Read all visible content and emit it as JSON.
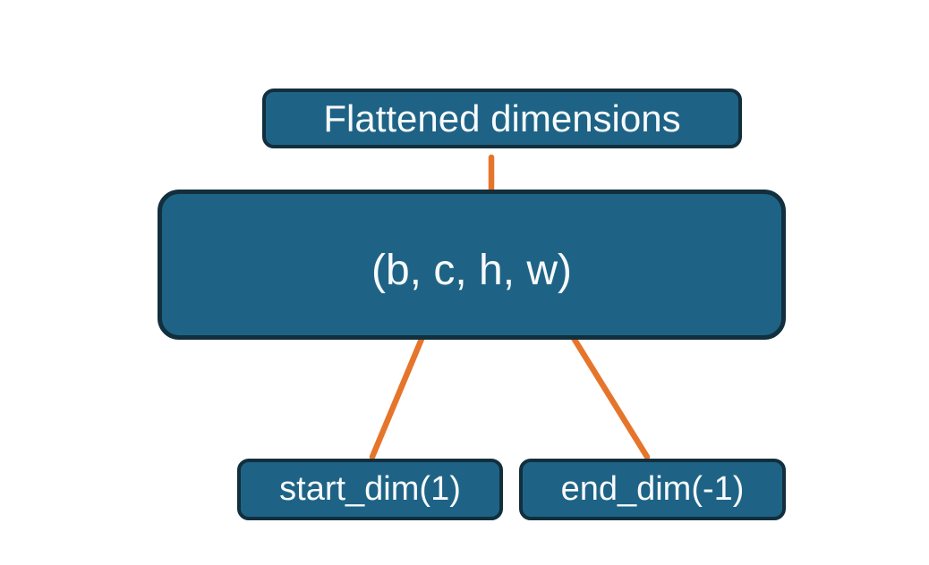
{
  "colors": {
    "background": "#FFFFFF",
    "box_fill": "#1E6386",
    "box_border": "#122F3D",
    "text": "#F7FAFB",
    "connector_orange": "#E6752C"
  },
  "diagram": {
    "top_box": {
      "label": "Flattened dimensions"
    },
    "tensor_box": {
      "label": "(b, c, h, w)"
    },
    "start_dim_box": {
      "label": "start_dim(1)"
    },
    "end_dim_box": {
      "label": "end_dim(-1)"
    }
  }
}
